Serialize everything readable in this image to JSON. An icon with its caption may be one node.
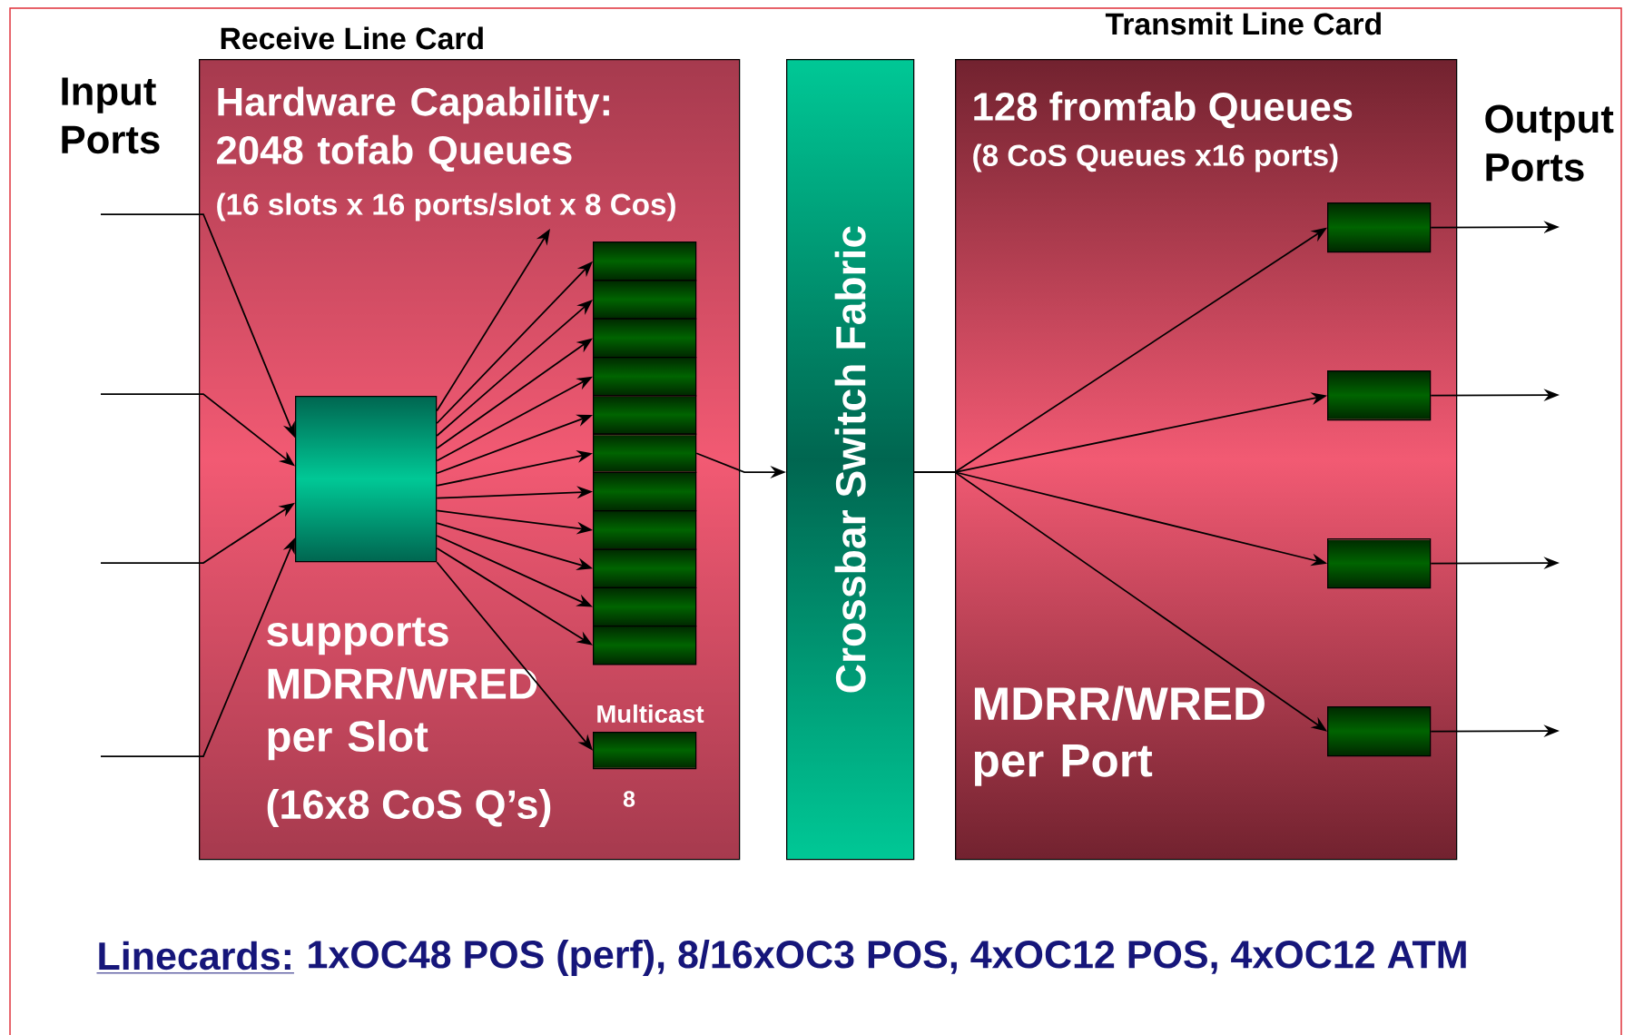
{
  "diagram": {
    "nodes": [
      {
        "text": [
          "Receive Line Card",
          "Hardware Capability: 2048 tofab Queues",
          "(16 slots x 16 ports/slot x 8 Cos)",
          "supports MDRR/WRED per Slot",
          "(16x8 CoS Q’s)"
        ]
      },
      {
        "text": [],
        "shape": "box",
        "in": 0
      },
      {
        "text": [],
        "shape": "box",
        "in": 0
      },
      {
        "text": [],
        "shape": "box",
        "in": 0
      },
      {
        "text": [],
        "shape": "box",
        "in": 0
      },
      {
        "text": [],
        "shape": "box",
        "in": 0
      },
      {
        "text": [],
        "shape": "box",
        "in": 0
      },
      {
        "text": [],
        "shape": "box",
        "in": 0
      },
      {
        "text": [],
        "shape": "box",
        "in": 0
      },
      {
        "text": [],
        "shape": "box",
        "in": 0
      },
      {
        "text": [],
        "shape": "box",
        "in": 0
      },
      {
        "text": [],
        "shape": "box",
        "in": 0
      },
      {
        "text": [],
        "shape": "box",
        "in": 0
      },
      {
        "text": [],
        "shape": "box",
        "in": 0,
        "beside": [
          "Multicast",
          "8"
        ]
      },
      {
        "text": [
          "Crossbar Switch Fabric"
        ]
      },
      {
        "text": [
          "Transmit Line Card",
          "128 fromfab Queues",
          "(8 CoS Queues x16 ports)",
          "MDRR/WRED per Port"
        ]
      },
      {
        "text": [],
        "shape": "box",
        "in": 15
      },
      {
        "text": [],
        "shape": "box",
        "in": 15
      },
      {
        "text": [],
        "shape": "box",
        "in": 15
      },
      {
        "text": [],
        "shape": "box",
        "in": 15
      }
    ],
    "edges": [
      {
        "from": null,
        "to": 1,
        "arrow": "to"
      },
      {
        "from": null,
        "to": 1,
        "arrow": "to"
      },
      {
        "from": null,
        "to": 1,
        "arrow": "to"
      },
      {
        "from": null,
        "to": 1,
        "arrow": "to"
      },
      {
        "from": 1,
        "to": null,
        "arrow": "to"
      },
      {
        "from": 1,
        "to": 2,
        "arrow": "to"
      },
      {
        "from": 1,
        "to": 3,
        "arrow": "to"
      },
      {
        "from": 1,
        "to": 4,
        "arrow": "to"
      },
      {
        "from": 1,
        "to": 5,
        "arrow": "to"
      },
      {
        "from": 1,
        "to": 6,
        "arrow": "to"
      },
      {
        "from": 1,
        "to": 7,
        "arrow": "to"
      },
      {
        "from": 1,
        "to": 8,
        "arrow": "to"
      },
      {
        "from": 1,
        "to": 9,
        "arrow": "to"
      },
      {
        "from": 1,
        "to": 10,
        "arrow": "to"
      },
      {
        "from": 1,
        "to": 11,
        "arrow": "to"
      },
      {
        "from": 1,
        "to": 12,
        "arrow": "to"
      },
      {
        "from": 1,
        "to": 13,
        "arrow": "to"
      },
      {
        "from": 7,
        "to": 14,
        "arrow": "to"
      },
      {
        "from": 14,
        "to": 16,
        "arrow": "to"
      },
      {
        "from": 14,
        "to": 17,
        "arrow": "to"
      },
      {
        "from": 14,
        "to": 18,
        "arrow": "to"
      },
      {
        "from": 14,
        "to": 19,
        "arrow": "to"
      },
      {
        "from": 16,
        "to": null,
        "arrow": "to"
      },
      {
        "from": 17,
        "to": null,
        "arrow": "to"
      },
      {
        "from": 18,
        "to": null,
        "arrow": "to"
      },
      {
        "from": 19,
        "to": null,
        "arrow": "to"
      }
    ],
    "labels": [
      "Input Ports",
      "Output Ports",
      "Linecards:",
      "1xOC48 POS (perf), 8/16xOC3 POS, 4xOC12 POS, 4xOC12 ATM"
    ]
  }
}
